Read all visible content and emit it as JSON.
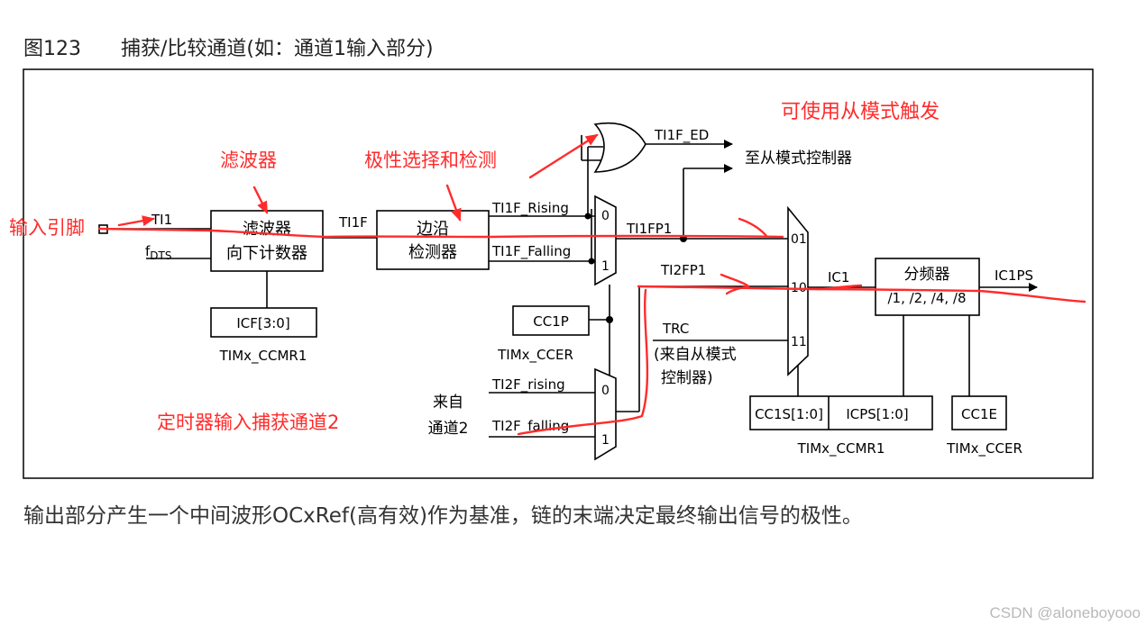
{
  "figure": {
    "title": "图123　　捕获/比较通道(如：通道1输入部分)",
    "footer": "输出部分产生一个中间波形OCxRef(高有效)作为基准，链的末端决定最终输出信号的极性。",
    "watermark": "CSDN @aloneboyooo"
  },
  "blocks": {
    "filter_line1": "滤波器",
    "filter_line2": "向下计数器",
    "edge_line1": "边沿",
    "edge_line2": "检测器",
    "prescaler_line1": "分频器",
    "prescaler_line2": "/1, /2, /4, /8",
    "icf": "ICF[3:0]",
    "cc1p": "CC1P",
    "cc1s": "CC1S[1:0]",
    "icps": "ICPS[1:0]",
    "cc1e": "CC1E"
  },
  "registers": {
    "ccmr1_left": "TIMx_CCMR1",
    "ccer_mid": "TIMx_CCER",
    "ccmr1_right": "TIMx_CCMR1",
    "ccer_right": "TIMx_CCER"
  },
  "signals": {
    "ti1": "TI1",
    "fdts_main": "f",
    "fdts_sub": "DTS",
    "ti1f": "TI1F",
    "ti1f_rising": "TI1F_Rising",
    "ti1f_falling": "TI1F_Falling",
    "ti1f_ed": "TI1F_ED",
    "to_slave": "至从模式控制器",
    "ti1fp1": "TI1FP1",
    "ti2fp1": "TI2FP1",
    "trc": "TRC",
    "trc_note1": "(来自从模式",
    "trc_note2": "控制器)",
    "ic1": "IC1",
    "ic1ps": "IC1PS",
    "ti2f_rising": "TI2F_rising",
    "ti2f_falling": "TI2F_falling",
    "from_ch2_line1": "来自",
    "from_ch2_line2": "通道2"
  },
  "mux": {
    "sel_0": "0",
    "sel_1": "1",
    "sel2_0": "0",
    "sel2_1": "1",
    "in_01": "01",
    "in_10": "10",
    "in_11": "11"
  },
  "annotations": {
    "input_pin": "输入引脚",
    "filter": "滤波器",
    "polarity": "极性选择和检测",
    "slave_trigger": "可使用从模式触发",
    "channel2": "定时器输入捕获通道2"
  },
  "colors": {
    "annotation": "#ff2b2b",
    "line": "#000000"
  }
}
